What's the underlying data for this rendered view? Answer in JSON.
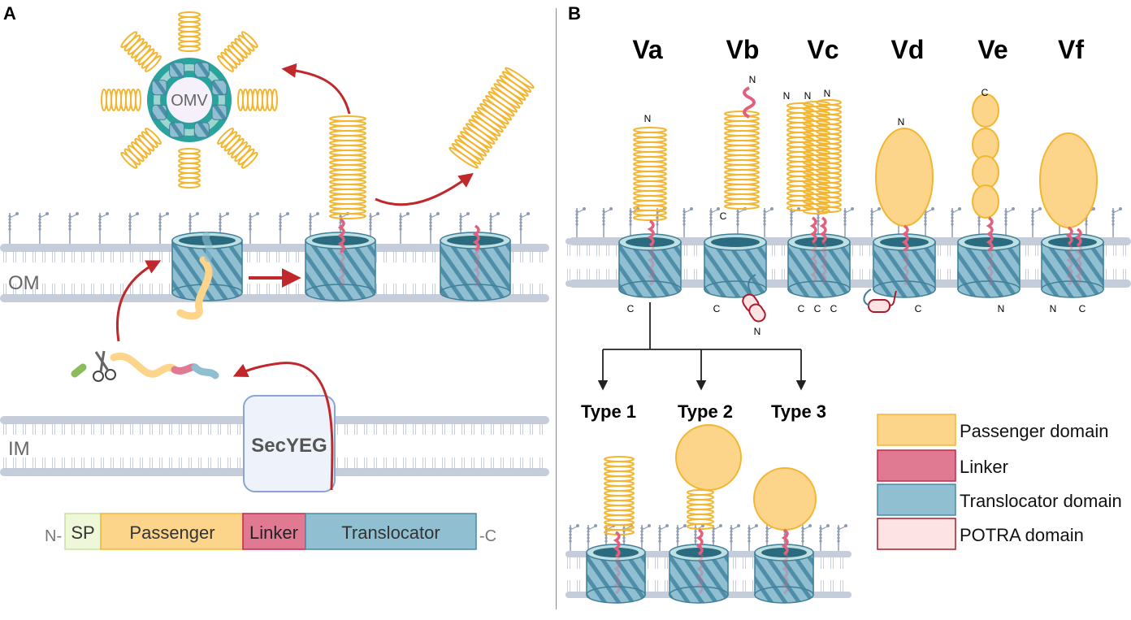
{
  "panels": {
    "a_label": "A",
    "b_label": "B"
  },
  "panel_a": {
    "omv": "OMV",
    "om": "OM",
    "im": "IM",
    "secyeg": "SecYEG",
    "bar": {
      "n_term": "N-",
      "sp": "SP",
      "passenger": "Passenger",
      "linker": "Linker",
      "translocator": "Translocator",
      "c_term": "-C"
    }
  },
  "panel_b": {
    "types": [
      {
        "label": "Va",
        "top": "N",
        "bottom": [
          "C"
        ]
      },
      {
        "label": "Vb",
        "top": "N",
        "side": "C",
        "bottom": [
          "C"
        ],
        "potra": "N"
      },
      {
        "label": "Vc",
        "top_multi": [
          "N",
          "N",
          "N"
        ],
        "bottom": [
          "C",
          "C",
          "C"
        ]
      },
      {
        "label": "Vd",
        "top": "N",
        "bottom": [
          "C"
        ]
      },
      {
        "label": "Ve",
        "top": "C",
        "bottom": [
          "N"
        ]
      },
      {
        "label": "Vf",
        "bottom": [
          "N",
          "C"
        ]
      }
    ],
    "subtypes": [
      "Type 1",
      "Type 2",
      "Type 3"
    ],
    "legend": [
      {
        "label": "Passenger domain",
        "color": "#fcd58a",
        "border": "#f2b632"
      },
      {
        "label": "Linker",
        "color": "#e07a92",
        "border": "#c2274a"
      },
      {
        "label": "Translocator domain",
        "color": "#8fbfd1",
        "border": "#4c8aa6"
      },
      {
        "label": "POTRA domain",
        "color": "#fde3e3",
        "border": "#a61c2c"
      }
    ]
  },
  "colors": {
    "passenger": "#fcd58a",
    "passenger_stroke": "#f2b632",
    "linker": "#e0607e",
    "translocator": "#8fbfd1",
    "translocator_dark": "#3f7f98",
    "arrow": "#c0282c",
    "lipid": "#b8c2d4",
    "lipid_head": "#c5ccda"
  }
}
